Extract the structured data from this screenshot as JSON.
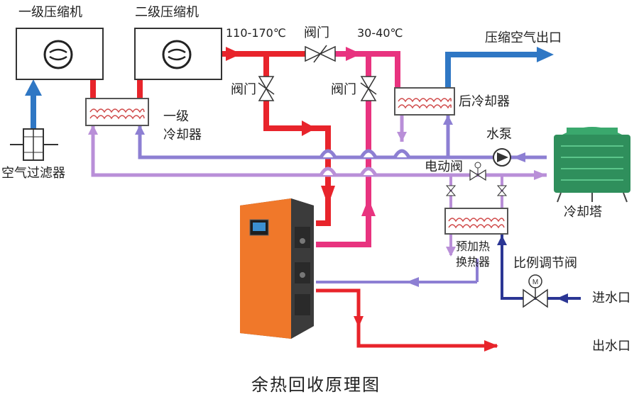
{
  "diagram": {
    "title": "余热回收原理图",
    "labels": {
      "compressor_1": "一级压缩机",
      "compressor_2": "二级压缩机",
      "air_filter": "空气过滤器",
      "cooler_1_line1": "一级",
      "cooler_1_line2": "冷却器",
      "temp_high": "110-170℃",
      "valve_top": "阀门",
      "valve_left": "阀门",
      "valve_mid": "阀门",
      "temp_low": "30-40℃",
      "air_outlet": "压缩空气出口",
      "after_cooler": "后冷却器",
      "water_pump": "水泵",
      "electric_valve": "电动阀",
      "cooling_tower": "冷却塔",
      "preheat_line1": "预加热",
      "preheat_line2": "换热器",
      "proportional_valve": "比例调节阀",
      "water_inlet": "进水口",
      "water_outlet": "出水口"
    },
    "colors": {
      "hot_oil": "#e8242b",
      "warm_oil": "#e8337f",
      "return_line": "#b98fd8",
      "return_line_dark": "#8d7fd3",
      "air": "#2f77c4",
      "cold_water": "#2b3694",
      "unit_orange": "#f0782a",
      "tower_green": "#2f8f5c"
    }
  }
}
